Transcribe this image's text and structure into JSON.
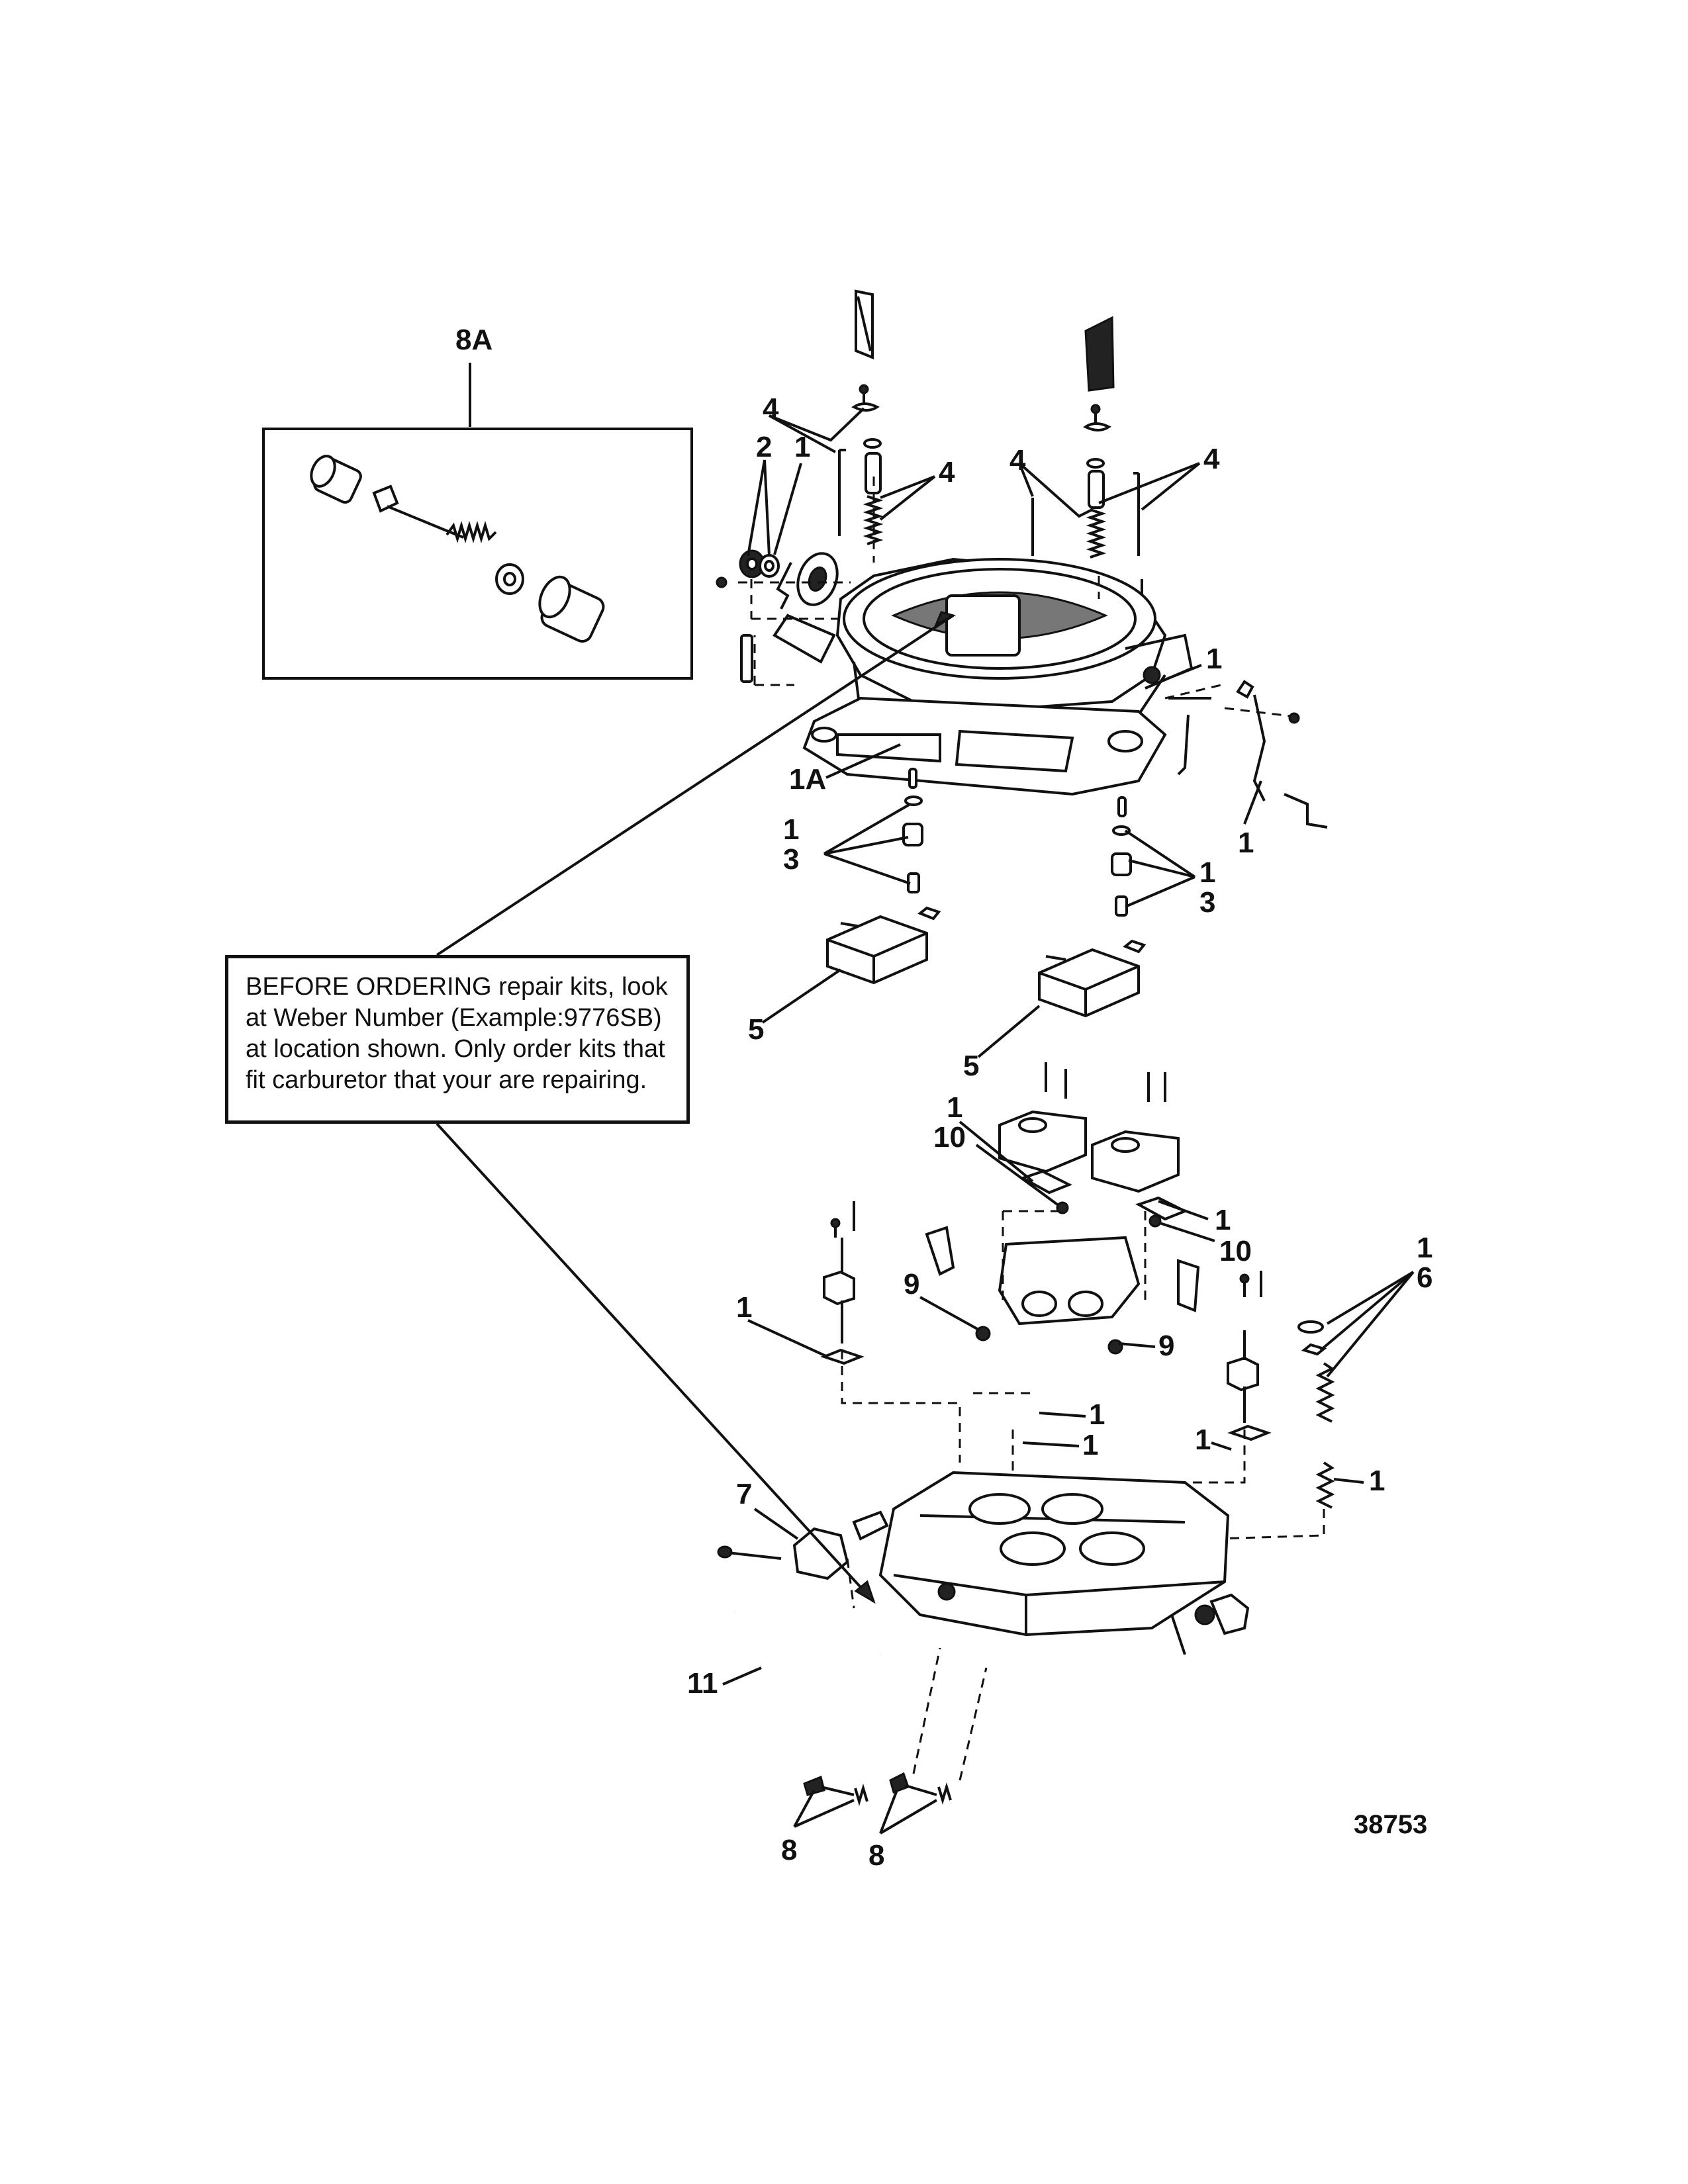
{
  "callout": {
    "lead": "BEFORE ORDERING",
    "line1_rest": " repair kits, look",
    "line2": "at Weber Number (Example:9776SB)",
    "line3": "at location shown. Only order kits that",
    "line4": "fit carburetor that your are repairing."
  },
  "figure_number": "38753",
  "inset_label": "8A",
  "labels": {
    "l4a": "4",
    "l4b": "4",
    "l4c": "4",
    "l4d": "4",
    "l2": "2",
    "l1a": "1",
    "l1b": "1",
    "l1A": "1A",
    "l1c": "1",
    "l1d": "1",
    "l3a": "3",
    "l1e": "1",
    "l3b": "3",
    "l5a": "5",
    "l5b": "5",
    "l1f": "1",
    "l10a": "10",
    "l1g": "1",
    "l10b": "10",
    "l1h": "1",
    "l6": "6",
    "l9a": "9",
    "l9b": "9",
    "l1i": "1",
    "l1j": "1",
    "l1k": "1",
    "l1l": "1",
    "l1m": "1",
    "l7": "7",
    "l11": "11",
    "l8a": "8",
    "l8b": "8"
  }
}
